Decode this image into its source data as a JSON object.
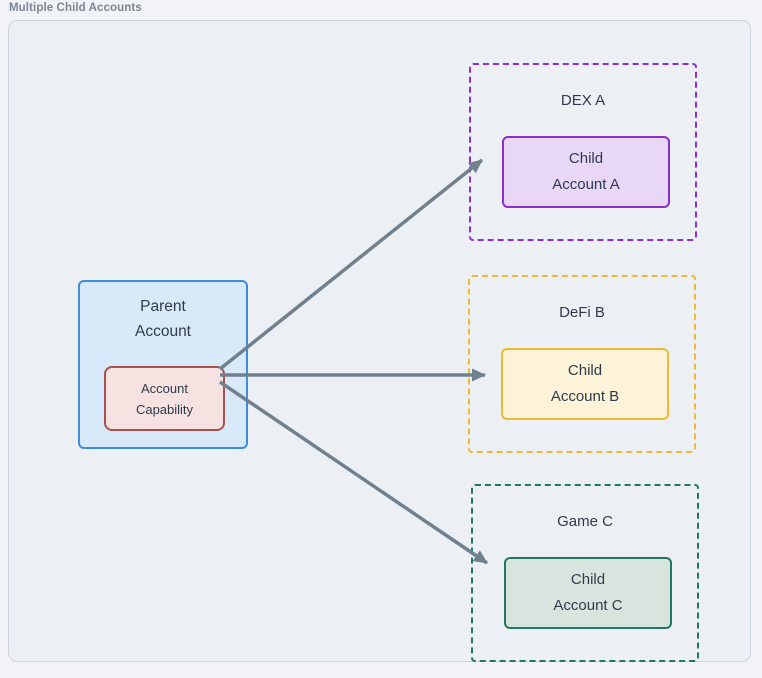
{
  "figure": {
    "title": "Multiple Child Accounts"
  },
  "nodes": {
    "parent": {
      "lines": [
        "Parent",
        "Account"
      ],
      "fill": "#d8e9f9",
      "border": "#3e8ddd"
    },
    "capability": {
      "lines": [
        "Account",
        "Capability"
      ],
      "fill": "#f5e2e1",
      "border": "#a6524e"
    }
  },
  "groups": [
    {
      "label": "DEX A",
      "accent": "#8c2fd0",
      "border_style": "dashed",
      "child": {
        "lines": [
          "Child",
          "Account A"
        ],
        "fill": "#e9d7f7",
        "border": "#8c2fd0"
      }
    },
    {
      "label": "DeFi B",
      "accent": "#ecba33",
      "border_style": "dashed",
      "child": {
        "lines": [
          "Child",
          "Account B"
        ],
        "fill": "#fcf3d8",
        "border": "#ecba33"
      }
    },
    {
      "label": "Game C",
      "accent": "#20795f",
      "border_style": "dashed",
      "child": {
        "lines": [
          "Child",
          "Account C"
        ],
        "fill": "#d8e5df",
        "border": "#20795f"
      }
    }
  ],
  "connections": [
    {
      "from": "account-capability",
      "to": "child-account-a"
    },
    {
      "from": "account-capability",
      "to": "child-account-b"
    },
    {
      "from": "account-capability",
      "to": "child-account-c"
    }
  ],
  "style": {
    "arrow_color": "#71808f",
    "text_color": "#2f3b4c",
    "canvas_fill": "#eceff3",
    "canvas_border": "#ccd4de",
    "title_color": "#7b8694"
  }
}
